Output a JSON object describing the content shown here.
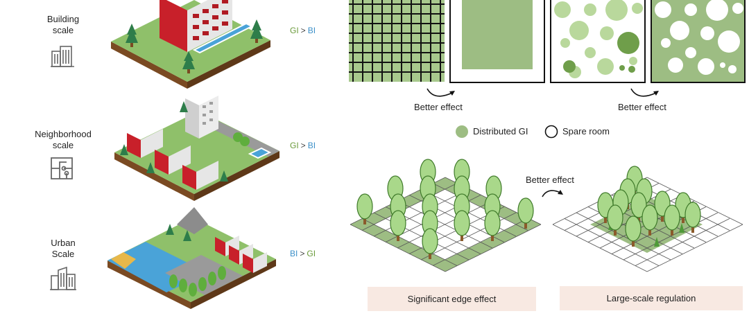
{
  "left": {
    "rows": [
      {
        "label_line1": "Building",
        "label_line2": "scale",
        "first": "GI",
        "second": "BI",
        "first_color": "#6a9a3a",
        "second_color": "#3a8fc8",
        "icon": "building-icon"
      },
      {
        "label_line1": "Neighborhood",
        "label_line2": "scale",
        "first": "GI",
        "second": "BI",
        "first_color": "#6a9a3a",
        "second_color": "#3a8fc8",
        "icon": "neighborhood-map-icon"
      },
      {
        "label_line1": "Urban",
        "label_line2": "Scale",
        "first": "BI",
        "second": "GI",
        "first_color": "#3a8fc8",
        "second_color": "#6a9a3a",
        "icon": "city-icon"
      }
    ],
    "gt": ">"
  },
  "right": {
    "top_effect_left": "Better effect",
    "top_effect_right": "Better effect",
    "legend": {
      "distributed": "Distributed GI",
      "spare": "Spare room"
    },
    "bottom_effect": "Better effect",
    "caption_left": "Significant edge effect",
    "caption_right": "Large-scale regulation"
  },
  "colors": {
    "green": "#9dbd83",
    "dark_green": "#6f9e4a",
    "tree": "#a9d88a",
    "trunk": "#8b5a2b",
    "brick": "#c8202a",
    "water": "#4aa3d8",
    "caption_bg": "#f8e9e2"
  }
}
